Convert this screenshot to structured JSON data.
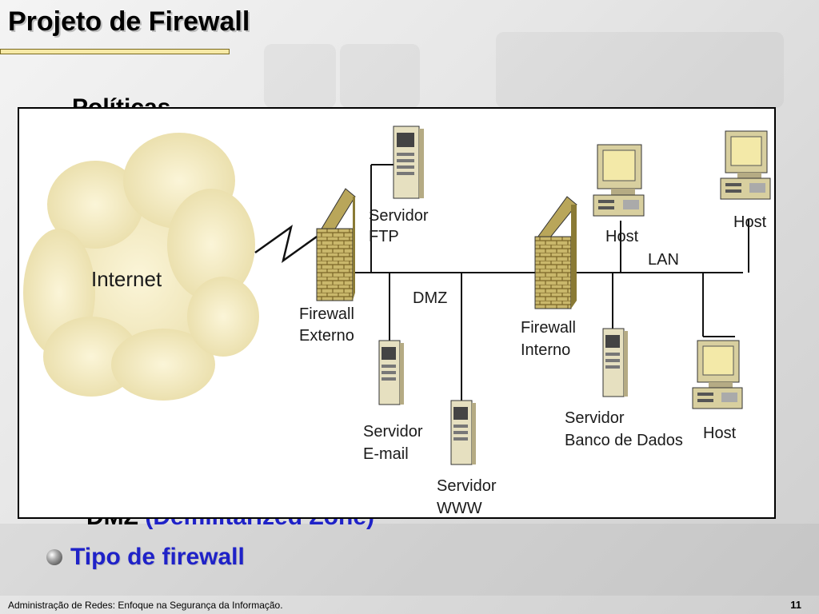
{
  "slide": {
    "title": "Projeto de Firewall",
    "hidden_bullet": "Políticas",
    "hidden_subbullet_word": "DMZ",
    "hidden_subbullet_rest": "(Demilitarized Zone)",
    "bullet": "Tipo de firewall",
    "footer": "Administração de Redes: Enfoque na Segurança da Informação.",
    "page_number": "11"
  },
  "diagram": {
    "cloud_label": "Internet",
    "nodes": {
      "firewall_externo": [
        "Firewall",
        "Externo"
      ],
      "servidor_ftp": [
        "Servidor",
        "FTP"
      ],
      "dmz": "DMZ",
      "servidor_email": [
        "Servidor",
        "E-mail"
      ],
      "servidor_www": [
        "Servidor",
        "WWW"
      ],
      "firewall_interno": [
        "Firewall",
        "Interno"
      ],
      "lan": "LAN",
      "host_1": "Host",
      "host_2": "Host",
      "host_3": "Host",
      "servidor_bd": [
        "Servidor",
        "Banco de Dados"
      ]
    }
  }
}
